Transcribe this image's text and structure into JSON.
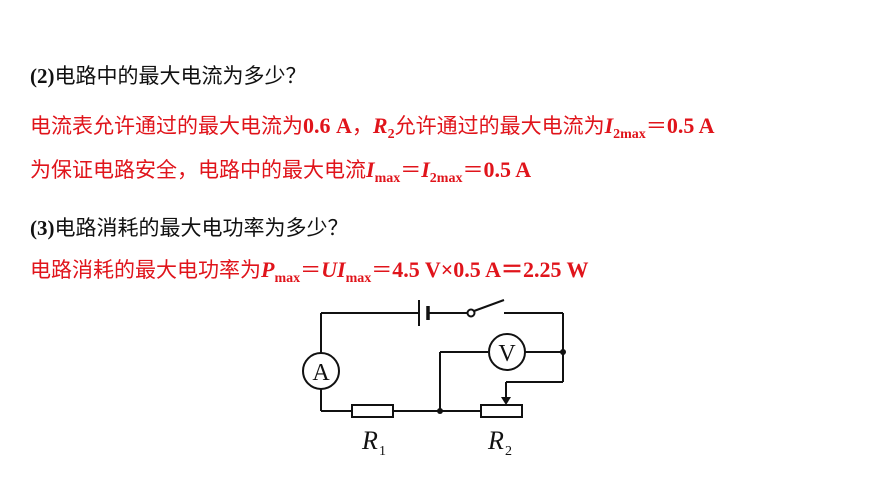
{
  "q2": {
    "num": "(2)",
    "text": "电路中的最大电流为多少？"
  },
  "a2_line1": {
    "t1": "电流表允许通过的最大电流为",
    "v1": "0.6 A",
    "sep": "，",
    "r_var": "R",
    "r_sub": "2",
    "t2": "允许通过的最大电流为",
    "i_var": "I",
    "i_sub": "2max",
    "eq": "＝",
    "v2": "0.5 A"
  },
  "a2_line2": {
    "t1": "为保证电路安全，电路中的最大电流",
    "i_var": "I",
    "i_sub": "max",
    "eq1": "＝",
    "i2_var": "I",
    "i2_sub": "2max",
    "eq2": "＝",
    "v": "0.5 A"
  },
  "q3": {
    "num": "(3)",
    "text": "电路消耗的最大电功率为多少？"
  },
  "a3": {
    "t1": "电路消耗的最大电功率为",
    "p_var": "P",
    "p_sub": "max",
    "eq1": "＝",
    "ui_var": "UI",
    "ui_sub": "max",
    "eq2": "＝",
    "expr": "4.5 V×0.5 A＝2.25 W"
  },
  "circuit": {
    "ammeter_symbol": "A",
    "voltmeter_symbol": "V",
    "r1_var": "R",
    "r1_sub": "1",
    "r2_var": "R",
    "r2_sub": "2"
  },
  "colors": {
    "answer": "#e0141b",
    "question": "#111111"
  }
}
